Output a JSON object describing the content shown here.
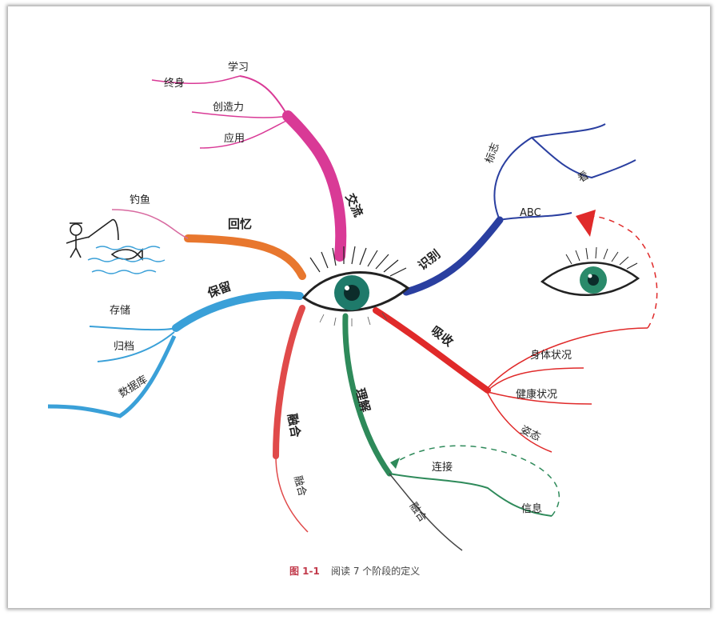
{
  "caption": {
    "number": "图 1-1",
    "text": "阅读 7 个阶段的定义"
  },
  "colors": {
    "jiaoliu": "#d93a96",
    "huiyi": "#e8772e",
    "baocun": "#3aa0d8",
    "ronghe": "#e04a4a",
    "lijie": "#2e8a5a",
    "shibie": "#2a3fa0",
    "xishou": "#e02a2a"
  },
  "branches": {
    "jiaoliu": {
      "label": "交流",
      "children": [
        "学习",
        "终身",
        "创造力",
        "应用"
      ]
    },
    "huiyi": {
      "label": "回忆",
      "children": [
        "钓鱼"
      ]
    },
    "baocun": {
      "label": "保留",
      "children": [
        "存储",
        "归档",
        "数据库"
      ]
    },
    "ronghe": {
      "label": "融合",
      "children": [
        "融合"
      ]
    },
    "lijie": {
      "label": "理解",
      "children": [
        "连接",
        "信息",
        "融合"
      ]
    },
    "shibie": {
      "label": "识别",
      "children": [
        "标志",
        "看",
        "ABC"
      ]
    },
    "xishou": {
      "label": "吸收",
      "children": [
        "身体状况",
        "健康状况",
        "姿态"
      ]
    }
  }
}
